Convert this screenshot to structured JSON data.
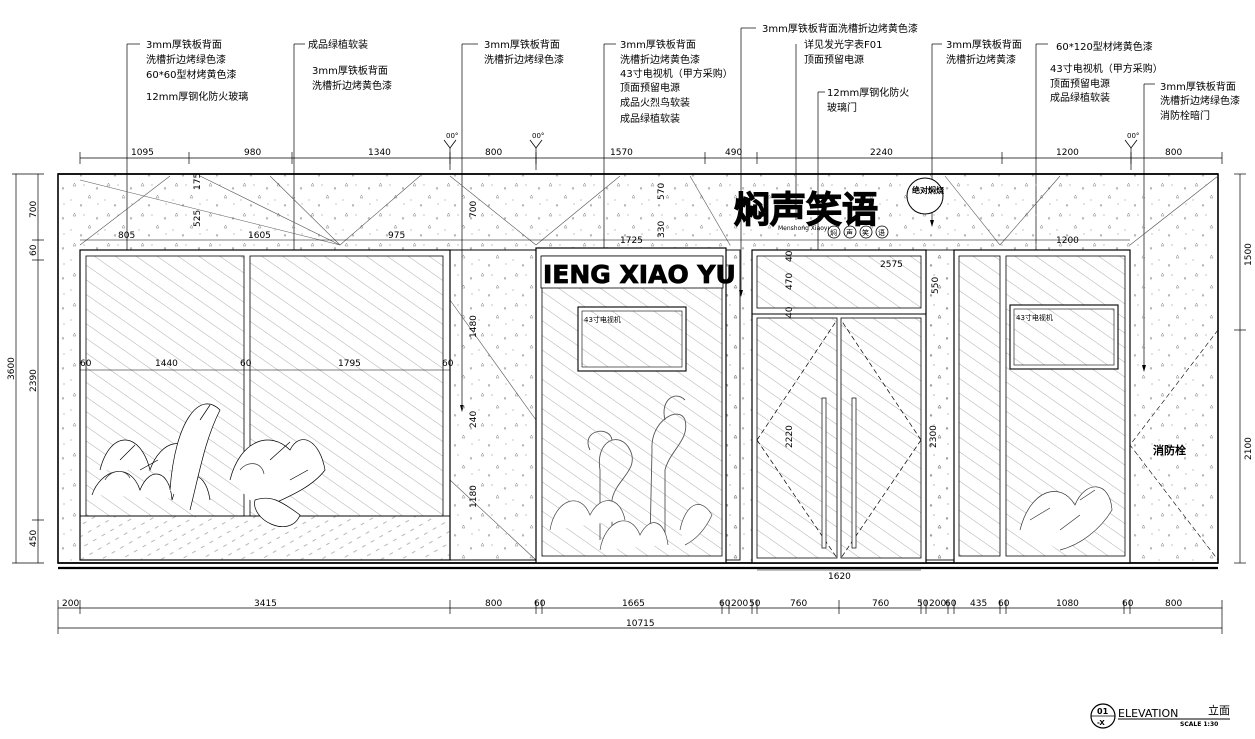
{
  "annotations": [
    {
      "id": "a1",
      "lines": [
        "3mm厚铁板背面",
        "洗槽折边烤绿色漆",
        "60*60型材烤黄色漆",
        "12mm厚钢化防火玻璃"
      ]
    },
    {
      "id": "a2",
      "lines": [
        "成品绿植软装",
        "3mm厚铁板背面",
        "洗槽折边烤黄色漆"
      ]
    },
    {
      "id": "a3",
      "lines": [
        "3mm厚铁板背面",
        "洗槽折边烤绿色漆"
      ]
    },
    {
      "id": "a4",
      "lines": [
        "3mm厚铁板背面",
        "洗槽折边烤黄色漆",
        "43寸电视机（甲方采购）",
        "顶面预留电源",
        "成品火烈鸟软装",
        "成品绿植软装"
      ]
    },
    {
      "id": "a5",
      "lines": [
        "3mm厚铁板背面洗槽折边烤黄色漆"
      ]
    },
    {
      "id": "a6",
      "lines": [
        "详见发光字表F01",
        "顶面预留电源"
      ]
    },
    {
      "id": "a7",
      "lines": [
        "12mm厚钢化防火",
        "玻璃门"
      ]
    },
    {
      "id": "a8",
      "lines": [
        "3mm厚铁板背面",
        "洗槽折边烤黄漆"
      ]
    },
    {
      "id": "a9",
      "lines": [
        "60*120型材烤黄色漆",
        "43寸电视机（甲方采购）",
        "顶面预留电源",
        "成品绿植软装"
      ]
    },
    {
      "id": "a10",
      "lines": [
        "3mm厚铁板背面",
        "洗槽折边烤绿色漆",
        "消防栓暗门"
      ]
    }
  ],
  "top_dims": [
    "1095",
    "980",
    "1340",
    "800",
    "1570",
    "490",
    "2240",
    "1200",
    "800"
  ],
  "inner_dims": [
    "805",
    "1605",
    "975",
    "1725",
    "1200"
  ],
  "vert_dims_top": [
    "175",
    "525",
    "570",
    "330",
    "40",
    "470",
    "40",
    "550"
  ],
  "glass_dims": [
    "60",
    "1440",
    "60",
    "1795",
    "60"
  ],
  "left_dims": [
    "700",
    "60",
    "2390",
    "450",
    "3600"
  ],
  "right_dims": [
    "1500",
    "2100"
  ],
  "mid_dims": [
    "700",
    "1480",
    "240",
    "1180",
    "2220",
    "2300",
    "2575",
    "1620"
  ],
  "bottom_dims": [
    "200",
    "3415",
    "800",
    "60",
    "1665",
    "60",
    "200",
    "50",
    "760",
    "760",
    "50",
    "200",
    "60",
    "435",
    "60",
    "1080",
    "60",
    "800"
  ],
  "total": "10715",
  "level_marks": [
    "00°",
    "00°",
    "00°"
  ],
  "sign": {
    "main": "焖声笑语",
    "badge": "绝对焖烧",
    "pinyin": "Menshong Xiaoyu",
    "dots": [
      "焖",
      "声",
      "笑",
      "语"
    ]
  },
  "window_text": "IENG XIAO YU",
  "tv_label": "43寸电视机",
  "fire_label": "消防栓",
  "title": {
    "code": "01",
    "sub": "-X",
    "label": "ELEVATION",
    "cn": "立面",
    "scale": "SCALE 1:30"
  }
}
